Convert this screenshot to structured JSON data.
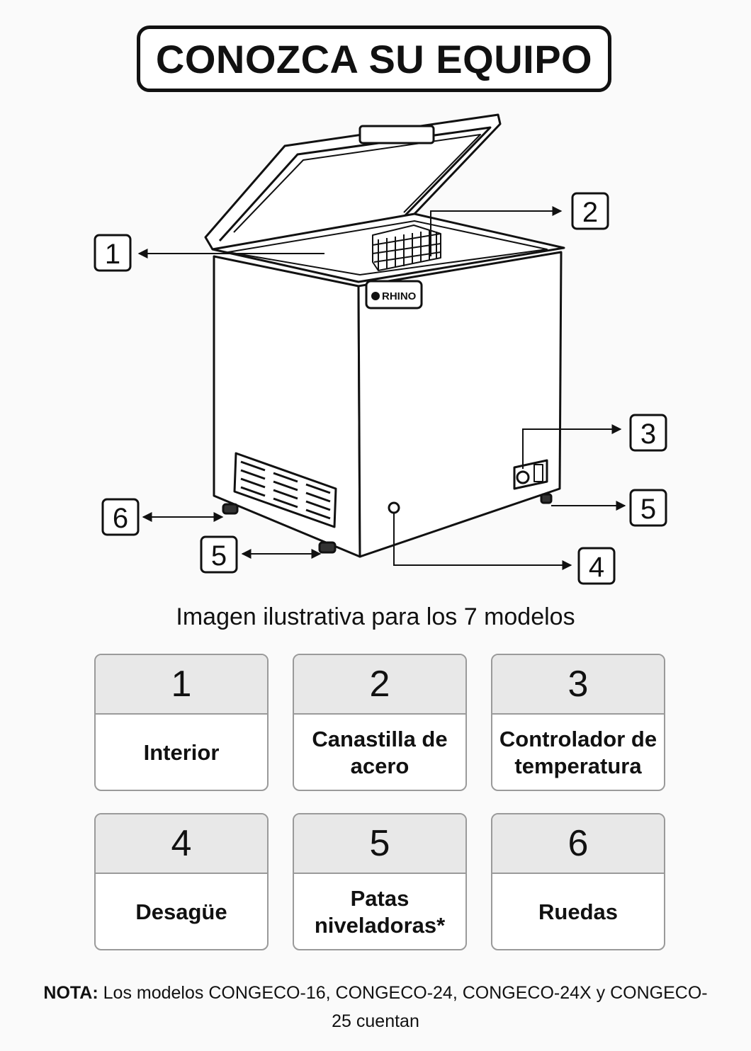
{
  "title": "CONOZCA SU EQUIPO",
  "brand": "RHINO",
  "caption": "Imagen ilustrativa para los 7 modelos",
  "callouts": [
    "1",
    "2",
    "3",
    "4",
    "5",
    "5",
    "6"
  ],
  "parts": [
    {
      "number": "1",
      "label": "Interior"
    },
    {
      "number": "2",
      "label": "Canastilla de acero"
    },
    {
      "number": "3",
      "label": "Controlador de temperatura"
    },
    {
      "number": "4",
      "label": "Desagüe"
    },
    {
      "number": "5",
      "label": "Patas niveladoras*"
    },
    {
      "number": "6",
      "label": "Ruedas"
    }
  ],
  "note": {
    "prefix": "NOTA:",
    "text": " Los modelos CONGECO-16, CONGECO-24, CONGECO-24X y CONGECO-25 cuentan"
  }
}
